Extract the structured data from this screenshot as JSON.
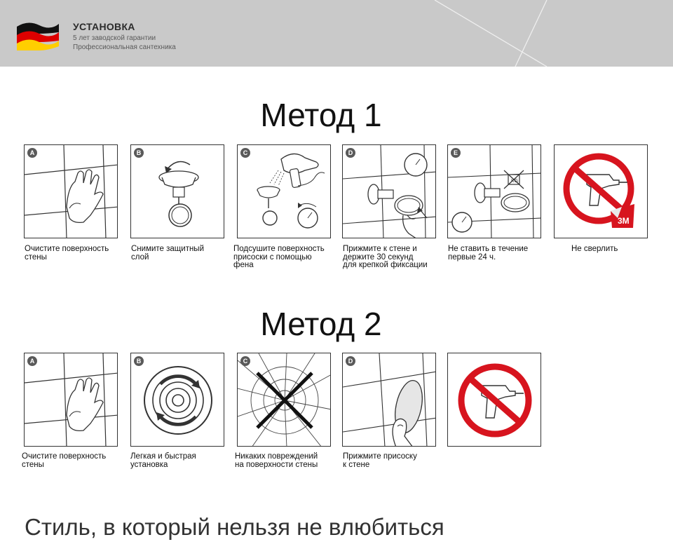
{
  "header": {
    "title": "УСТАНОВКА",
    "subtitle1": "5 лет заводской гарантии",
    "subtitle2": "Профессиональная сантехника"
  },
  "method1": {
    "title": "Метод 1",
    "steps": [
      {
        "letter": "A",
        "caption": "Очистите поверхность\nстены",
        "icon": "wipe-wall-icon"
      },
      {
        "letter": "B",
        "caption": "Снимите защитный\nслой",
        "icon": "remove-film-icon"
      },
      {
        "letter": "C",
        "caption": "Подсушите поверхность\nприсоски с помощью\nфена",
        "icon": "hair-dryer-icon"
      },
      {
        "letter": "D",
        "caption": "Прижмите к стене и\nдержите 30 секунд\nдля крепкой фиксации",
        "icon": "press-wall-icon"
      },
      {
        "letter": "E",
        "caption": "Не ставить в течение\nпервые 24 ч.",
        "icon": "wait-24h-icon"
      },
      {
        "letter": "",
        "caption": "Не сверлить",
        "icon": "no-drill-icon",
        "badge": "3M"
      }
    ]
  },
  "method2": {
    "title": "Метод 2",
    "steps": [
      {
        "letter": "A",
        "caption": "Очистите поверхность\nстены",
        "icon": "wipe-wall-icon"
      },
      {
        "letter": "B",
        "caption": "Легкая и быстрая\nустановка",
        "icon": "quick-install-icon"
      },
      {
        "letter": "C",
        "caption": "Никаких повреждений\nна поверхности стены",
        "icon": "no-damage-icon"
      },
      {
        "letter": "D",
        "caption": "Прижмите присоску\nк стене",
        "icon": "press-suction-icon"
      },
      {
        "letter": "",
        "caption": "",
        "icon": "no-drill-icon"
      }
    ]
  },
  "tagline": "Стиль, в который нельзя не влюбиться",
  "colors": {
    "header_bg": "#c9c9c9",
    "flag_black": "#000000",
    "flag_red": "#dd0000",
    "flag_gold": "#ffce00",
    "prohibit_red": "#d7141e",
    "badge_gray": "#5a5a5a"
  }
}
